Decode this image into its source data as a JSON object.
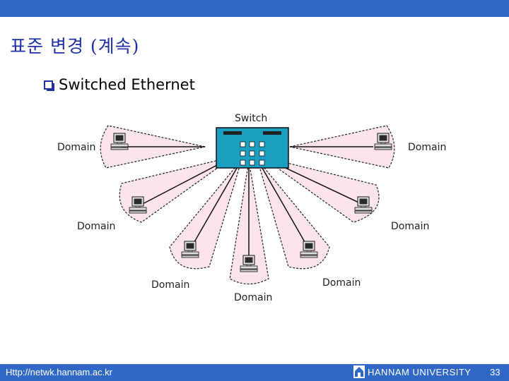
{
  "slide": {
    "title": "표준 변경 (계속)",
    "bullet": "Switched Ethernet"
  },
  "diagram": {
    "switch_label": "Switch",
    "domain_label": "Domain",
    "colors": {
      "switch_fill": "#1a9fc0",
      "domain_fill": "#fbe4ee",
      "domain_stroke": "#222222",
      "link": "#111111"
    }
  },
  "footer": {
    "url": "Http://netwk.hannam.ac.kr",
    "university": "HANNAM UNIVERSITY",
    "page": "33"
  }
}
